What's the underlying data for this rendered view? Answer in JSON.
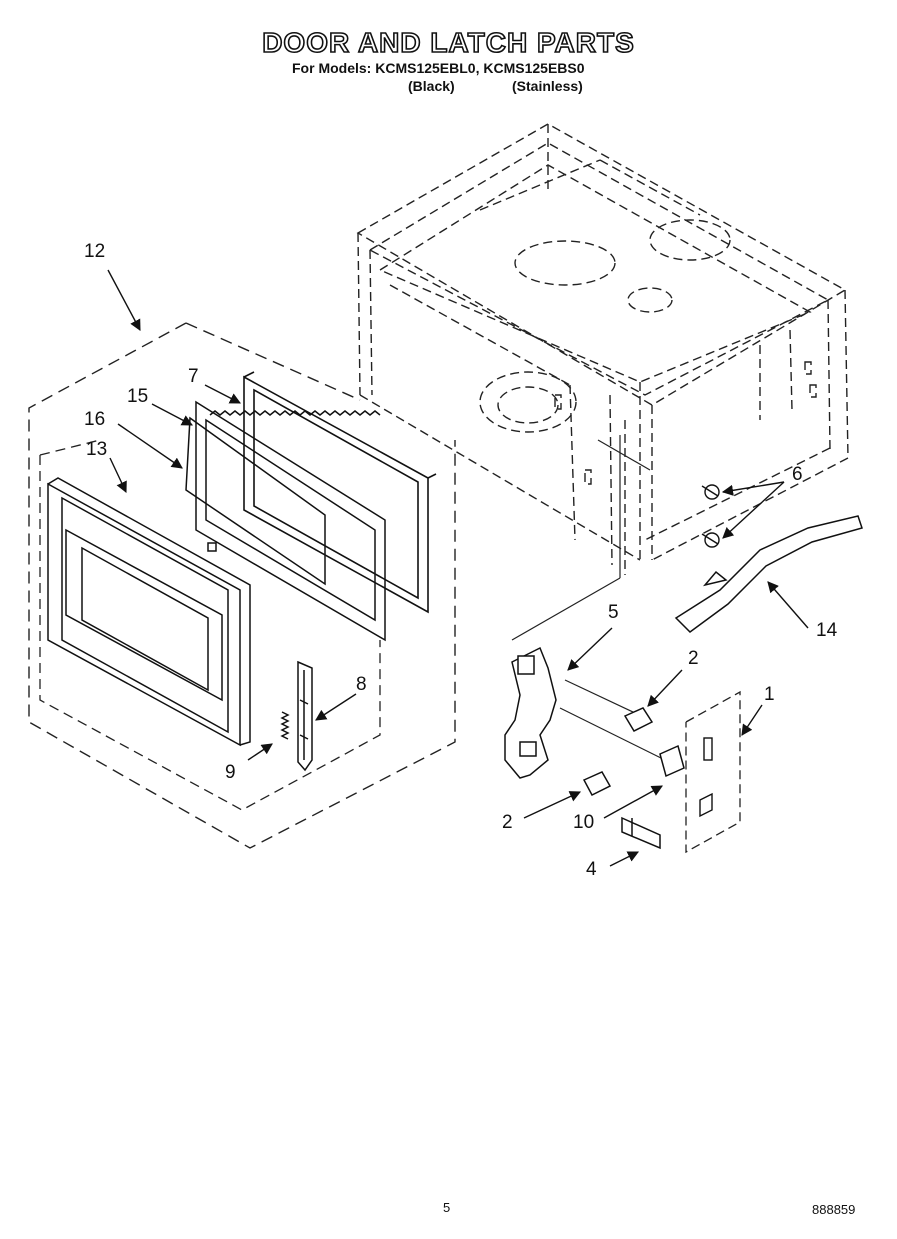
{
  "header": {
    "title": "DOOR AND LATCH PARTS",
    "models_line": "For Models: KCMS125EBL0, KCMS125EBS0",
    "finish_black": "(Black)",
    "finish_stainless": "(Stainless)"
  },
  "callouts": {
    "c1": "1",
    "c2a": "2",
    "c2b": "2",
    "c4": "4",
    "c5": "5",
    "c6": "6",
    "c7": "7",
    "c8": "8",
    "c9": "9",
    "c10": "10",
    "c12": "12",
    "c13": "13",
    "c14": "14",
    "c15": "15",
    "c16": "16"
  },
  "footer": {
    "page_number": "5",
    "doc_number": "888859"
  }
}
